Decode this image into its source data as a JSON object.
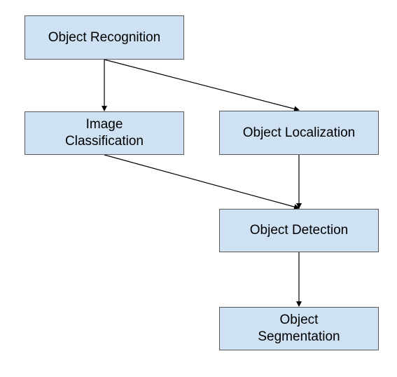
{
  "diagram": {
    "nodes": [
      {
        "id": "recognition",
        "label": "Object Recognition"
      },
      {
        "id": "classification",
        "label": "Image\nClassification"
      },
      {
        "id": "localization",
        "label": "Object Localization"
      },
      {
        "id": "detection",
        "label": "Object Detection"
      },
      {
        "id": "segmentation",
        "label": "Object\nSegmentation"
      }
    ],
    "edges": [
      {
        "from": "recognition",
        "to": "classification"
      },
      {
        "from": "recognition",
        "to": "localization"
      },
      {
        "from": "classification",
        "to": "detection"
      },
      {
        "from": "localization",
        "to": "detection"
      },
      {
        "from": "detection",
        "to": "segmentation"
      }
    ],
    "colors": {
      "node_fill": "#cfe2f3",
      "node_border": "#595959",
      "edge": "#000000"
    }
  }
}
